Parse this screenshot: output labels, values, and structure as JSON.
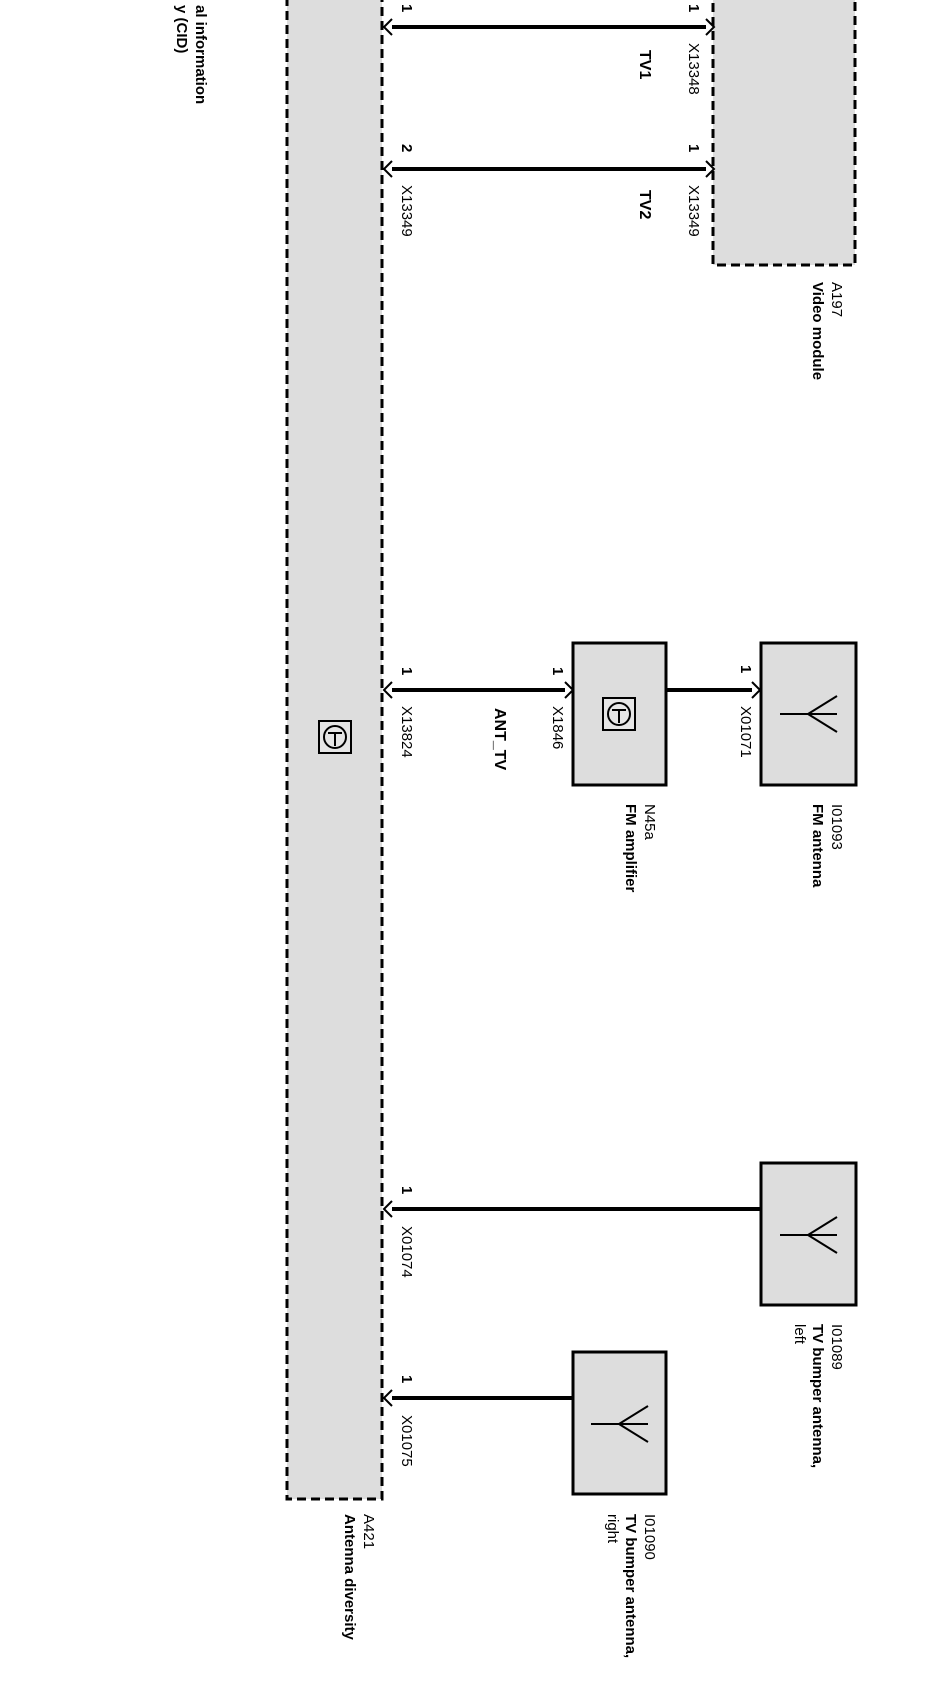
{
  "components": {
    "cid": {
      "label_line1": "al information",
      "label_line2": "y (CID)"
    },
    "video_module": {
      "id": "A197",
      "name": "Video module"
    },
    "fm_antenna": {
      "id": "I01093",
      "name": "FM  antenna"
    },
    "fm_amplifier": {
      "id": "N45a",
      "name": "FM  amplifier"
    },
    "tv_ant_left": {
      "id": "I01089",
      "name_line1": "TV bumper antenna,",
      "name_line2": "left"
    },
    "tv_ant_right": {
      "id": "I01090",
      "name_line1": "TV bumper antenna,",
      "name_line2": "right"
    },
    "antenna_diversity": {
      "id": "A421",
      "name": "Antenna diversity"
    }
  },
  "connectors": {
    "x13348_video": "X13348",
    "x13349_video": "X13349",
    "x13349_ad": "X13349",
    "x13824": "X13824",
    "x1846": "X1846",
    "x01071": "X01071",
    "x01074": "X01074",
    "x01075": "X01075"
  },
  "pins": {
    "tv1_ad": "1",
    "tv1_video": "1",
    "tv2_ad": "2",
    "tv2_video": "1",
    "ant_tv_ad": "1",
    "ant_tv_amp": "1",
    "fm_ant": "1",
    "tv_left": "1",
    "tv_right": "1"
  },
  "signals": {
    "tv1": "TV1",
    "tv2": "TV2",
    "ant_tv": "ANT_TV"
  },
  "icons": {
    "amplifier": "transistor-amplifier-icon",
    "antenna": "antenna-icon"
  }
}
